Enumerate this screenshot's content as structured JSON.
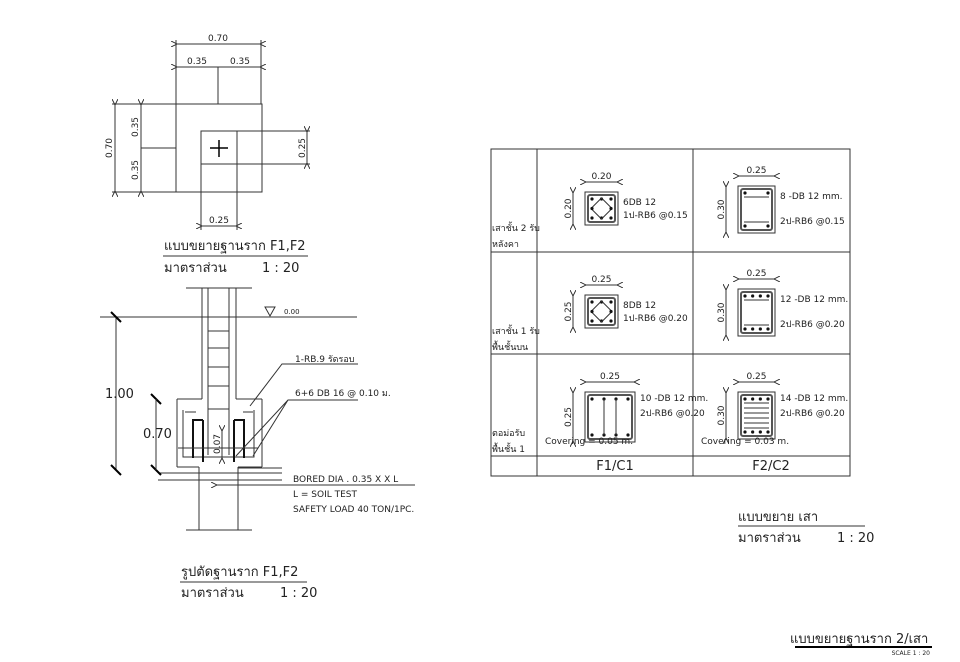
{
  "plan": {
    "dim_total_w": "0.70",
    "dim_half_w1": "0.35",
    "dim_half_w2": "0.35",
    "dim_total_h": "0.70",
    "dim_half_h1": "0.35",
    "dim_half_h2": "0.35",
    "dim_col_h": "0.25",
    "dim_col_w": "0.25",
    "title": "แบบขยายฐานราก  F1,F2",
    "scale_label": "มาตราส่วน",
    "scale_value": "1 : 20"
  },
  "section": {
    "level": "0.00",
    "dim_depth": "1.00",
    "dim_footing": "0.70",
    "dim_cover": "0.07",
    "note_tie": "1-RB.9  รัดรอบ",
    "note_bars": "6+6 DB 16 @ 0.10 ม.",
    "pile_note1": "BORED DIA . 0.35 X X L",
    "pile_note2": "L = SOIL TEST",
    "pile_note3": "SAFETY LOAD 40 TON/1PC.",
    "title": "รูปตัดฐานราก  F1,F2",
    "scale_label": "มาตราส่วน",
    "scale_value": "1 : 20"
  },
  "table": {
    "rows": [
      {
        "label1": "เสาชั้น 2 รับ",
        "label2": "หลังคา",
        "c1": {
          "w": "0.20",
          "h": "0.20",
          "t1": "6DB 12",
          "t2": "1ป-RB6 @0.15"
        },
        "c2": {
          "w": "0.25",
          "h": "0.30",
          "t1": "8 -DB 12 mm.",
          "t2": "2ป-RB6 @0.15"
        }
      },
      {
        "label1": "เสาชั้น 1 รับ",
        "label2": "พื้นชั้นบน",
        "c1": {
          "w": "0.25",
          "h": "0.25",
          "t1": "8DB 12",
          "t2": "1ป-RB6 @0.20"
        },
        "c2": {
          "w": "0.25",
          "h": "0.30",
          "t1": "12 -DB 12 mm.",
          "t2": "2ป-RB6 @0.20"
        }
      },
      {
        "label1": "ตอม่อรับ",
        "label2": "พื้นชั้น 1",
        "c1": {
          "w": "0.25",
          "h": "0.25",
          "t1": "10 -DB 12 mm.",
          "t2": "2ป-RB6 @0.20",
          "cover": "Covering = 0.05 m."
        },
        "c2": {
          "w": "0.25",
          "h": "0.30",
          "t1": "14 -DB 12 mm.",
          "t2": "2ป-RB6 @0.20",
          "cover": "Covering = 0.03 m."
        }
      }
    ],
    "footer": [
      "F1/C1",
      "F2/C2"
    ]
  },
  "column_detail": {
    "title": "แบบขยาย เสา",
    "scale_label": "มาตราส่วน",
    "scale_value": "1 : 20"
  },
  "sheet": {
    "title": "แบบขยายฐานราก 2/เสา",
    "scale": "SCALE  1 : 20"
  }
}
